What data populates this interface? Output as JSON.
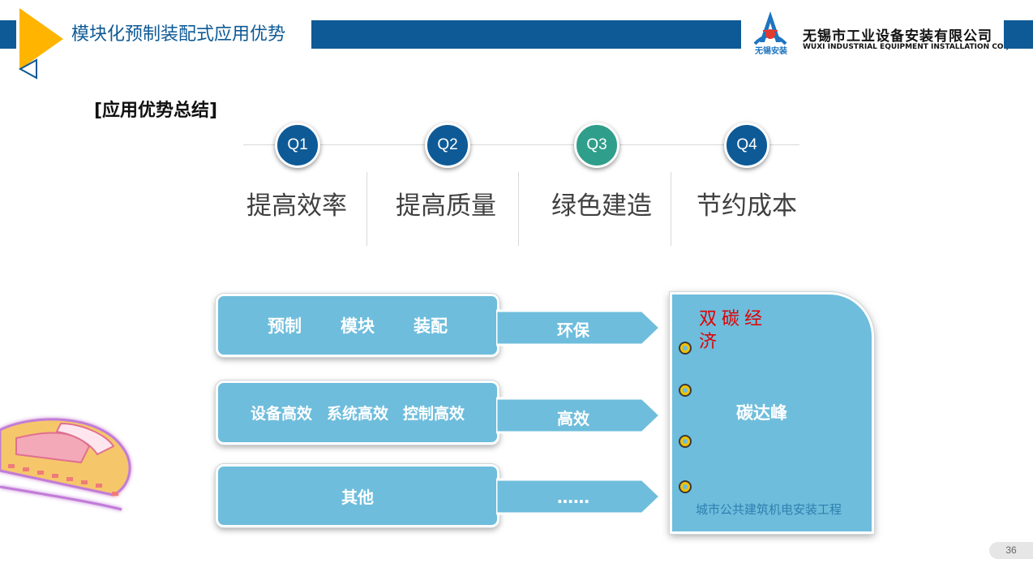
{
  "header": {
    "title": "模块化预制装配式应用优势",
    "company_cn": "无锡市工业设备安装有限公司",
    "company_en": "WUXI INDUSTRIAL EQUIPMENT INSTALLATION CO.,LTD.",
    "logo_text": "无锡安装",
    "accent": "#0e5a96"
  },
  "section_title": "[应用优势总结]",
  "timeline": [
    {
      "badge": "Q1",
      "label": "提高效率",
      "color": "#0e5a96"
    },
    {
      "badge": "Q2",
      "label": "提高质量",
      "color": "#0e5a96"
    },
    {
      "badge": "Q3",
      "label": "绿色建造",
      "color": "#2f9e8a"
    },
    {
      "badge": "Q4",
      "label": "节约成本",
      "color": "#0e5a96"
    }
  ],
  "rows": [
    {
      "items": [
        "预制",
        "模块",
        "装配"
      ],
      "arrow": "环保"
    },
    {
      "items": [
        "设备高效",
        "系统高效",
        "控制高效"
      ],
      "arrow": "高效"
    },
    {
      "items": [
        "其他"
      ],
      "arrow": "……"
    }
  ],
  "target": {
    "red_text": "双碳经济",
    "peak": "碳达峰",
    "caption": "城市公共建筑机电安装工程"
  },
  "page_number": "36",
  "decor": {
    "train_icon": "train-icon"
  }
}
